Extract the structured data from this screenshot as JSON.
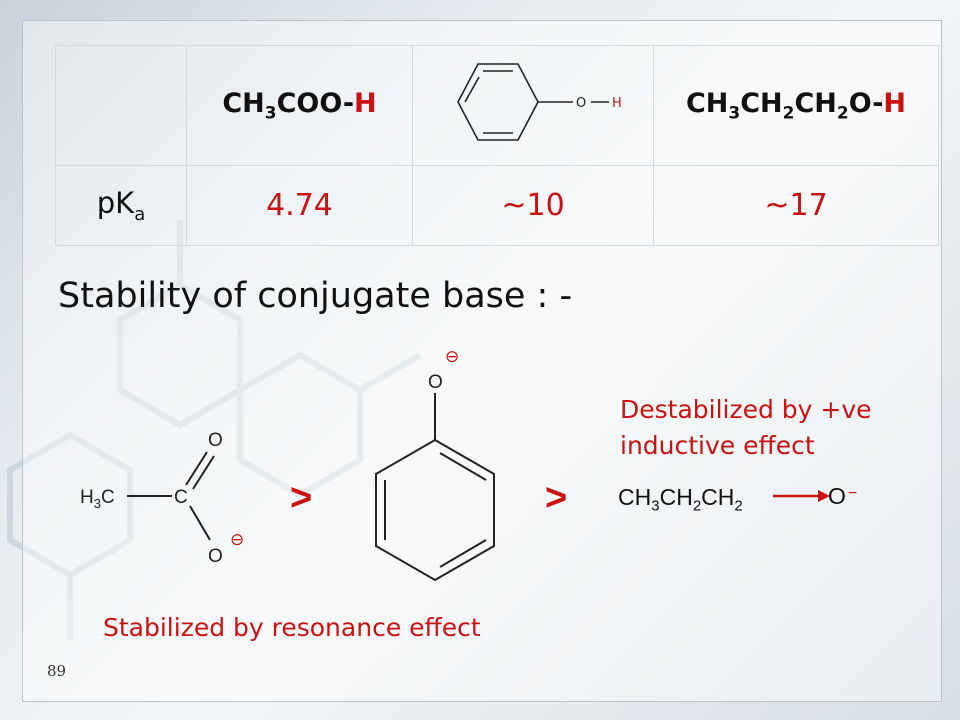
{
  "table": {
    "headers": {
      "acetic": {
        "base": "CH",
        "s1": "3",
        "mid": "COO-",
        "h": "H"
      },
      "phenol": {
        "o": "O",
        "h": "H"
      },
      "propanol": {
        "a": "CH",
        "s1": "3",
        "b": "CH",
        "s2": "2",
        "c": "CH",
        "s3": "2",
        "d": "O-",
        "h": "H"
      }
    },
    "row_label": {
      "main": "pK",
      "sub": "a"
    },
    "values": [
      "4.74",
      "~10",
      "~17"
    ]
  },
  "heading": "Stability of conjugate base : -",
  "notes": {
    "resonance": "Stabilized by resonance effect",
    "inductive_line1": "Destabilized by +ve",
    "inductive_line2": "inductive effect"
  },
  "structures": {
    "acetate": {
      "methyl": "H",
      "methyl_sub": "3",
      "methyl_c": "C",
      "carbon": "C",
      "o_top": "O",
      "o_bottom": "O",
      "charge": "⊖"
    },
    "phenoxide": {
      "o": "O",
      "charge": "⊖"
    },
    "propoxide": {
      "a": "CH",
      "s1": "3",
      "b": "CH",
      "s2": "2",
      "c": "CH",
      "s3": "2",
      "o": "O",
      "charge": "−"
    }
  },
  "comparators": [
    ">",
    ">"
  ],
  "page_number": "89",
  "colors": {
    "accent_red": "#cc1111",
    "text": "#111111"
  }
}
